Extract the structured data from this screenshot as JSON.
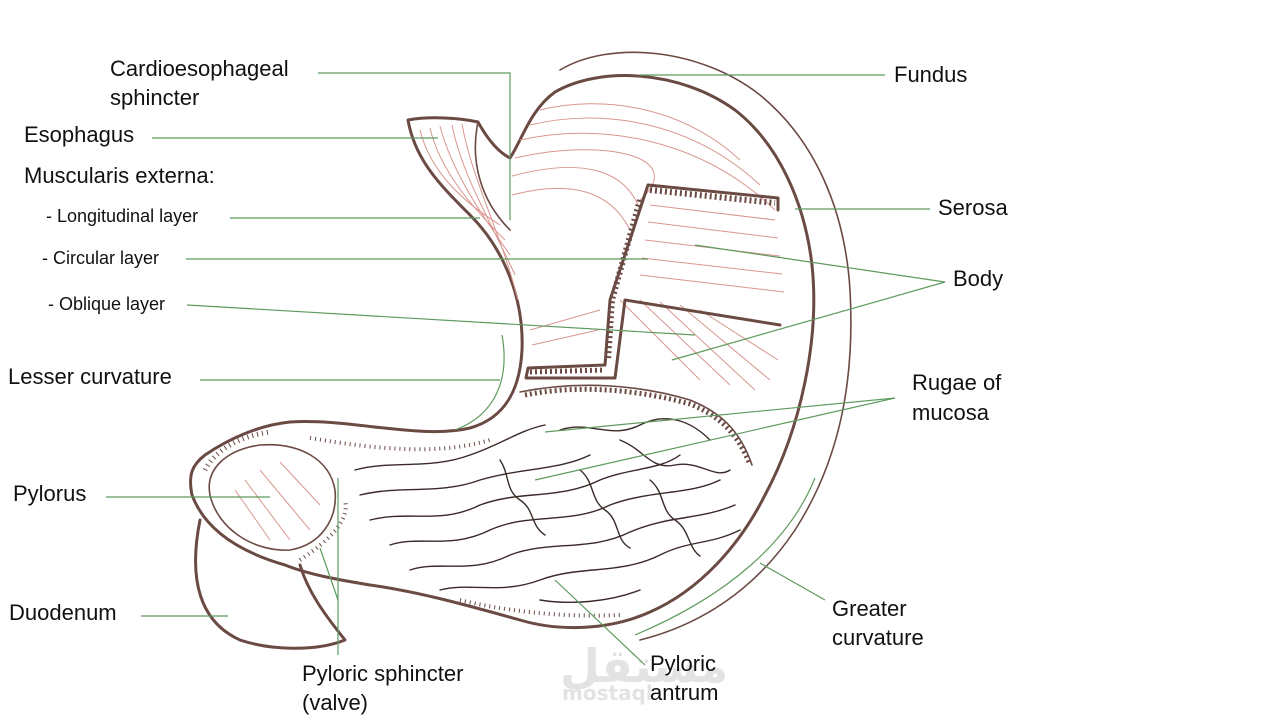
{
  "labels": {
    "fundus": "Fundus",
    "cardio_line1": "Cardioesophageal",
    "cardio_line2": "sphincter",
    "esophagus": "Esophagus",
    "muscularis": "Muscularis externa:",
    "longitudinal": "- Longitudinal layer",
    "circular": "- Circular layer",
    "oblique": "- Oblique layer",
    "serosa": "Serosa",
    "body": "Body",
    "lesser_curvature": "Lesser curvature",
    "rugae_line1": "Rugae of",
    "rugae_line2": "mucosa",
    "pylorus": "Pylorus",
    "duodenum": "Duodenum",
    "greater_line1": "Greater",
    "greater_line2": "curvature",
    "pyloric_sphincter_line1": "Pyloric sphincter",
    "pyloric_sphincter_line2": "(valve)",
    "pyloric_antrum_line1": "Pyloric",
    "pyloric_antrum_line2": "antrum"
  },
  "watermark": {
    "arabic": "مستقل",
    "latin": "mostaql"
  },
  "colors": {
    "outline": "#6b4a44",
    "muscle_fibre": "#d9968f",
    "leader_line": "#5e9a5e",
    "text": "#111111"
  }
}
